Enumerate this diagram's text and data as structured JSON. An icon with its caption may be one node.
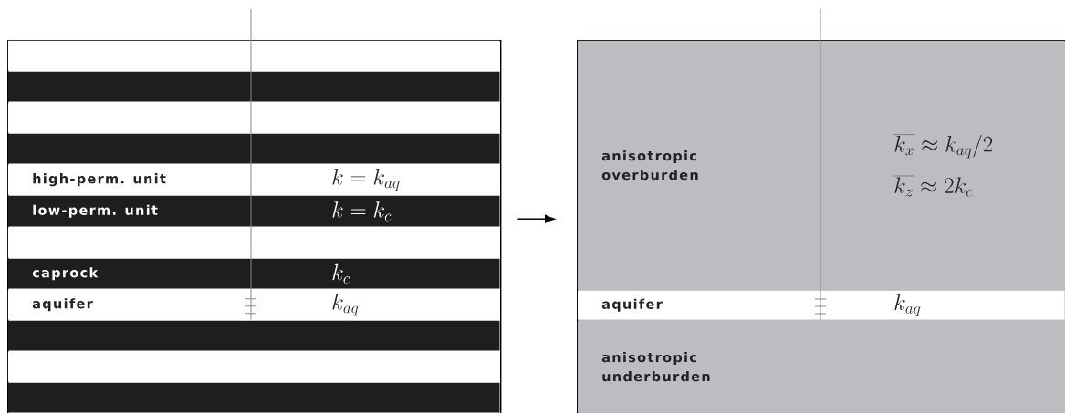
{
  "diagram": {
    "nodes": [
      {
        "text": [],
        "shape": "box"
      },
      {
        "text": [],
        "shape": "bar",
        "in": 0
      },
      {
        "text": [],
        "shape": "bar",
        "in": 0
      },
      {
        "text": [],
        "shape": "bar",
        "in": 0
      },
      {
        "text": [],
        "shape": "bar",
        "in": 0
      },
      {
        "text": [
          "high-perm. unit",
          "k = k_{aq}"
        ],
        "in": 0
      },
      {
        "text": [
          "low-perm. unit",
          "k = k_c"
        ],
        "in": 0
      },
      {
        "text": [],
        "shape": "bar",
        "in": 0
      },
      {
        "text": [
          "caprock",
          "k_c"
        ],
        "in": 0
      },
      {
        "text": [
          "aquifer",
          "k_{aq}"
        ],
        "in": 0
      },
      {
        "text": [],
        "shape": "bar",
        "in": 0
      },
      {
        "text": [],
        "shape": "bar",
        "in": 0
      },
      {
        "text": [],
        "shape": "bar",
        "in": 0
      },
      {
        "text": [],
        "shape": "box"
      },
      {
        "text": [
          "anisotropic overburden",
          "\\overline{k_x} \\approx k_{aq}/2",
          "\\overline{k_z} \\approx 2k_c"
        ],
        "in": 13
      },
      {
        "text": [
          "aquifer",
          "k_{aq}"
        ],
        "in": 13
      },
      {
        "text": [
          "anisotropic underburden"
        ],
        "in": 13
      }
    ],
    "edges": [
      {
        "from": 0,
        "to": 13,
        "arrow": "to"
      }
    ]
  }
}
